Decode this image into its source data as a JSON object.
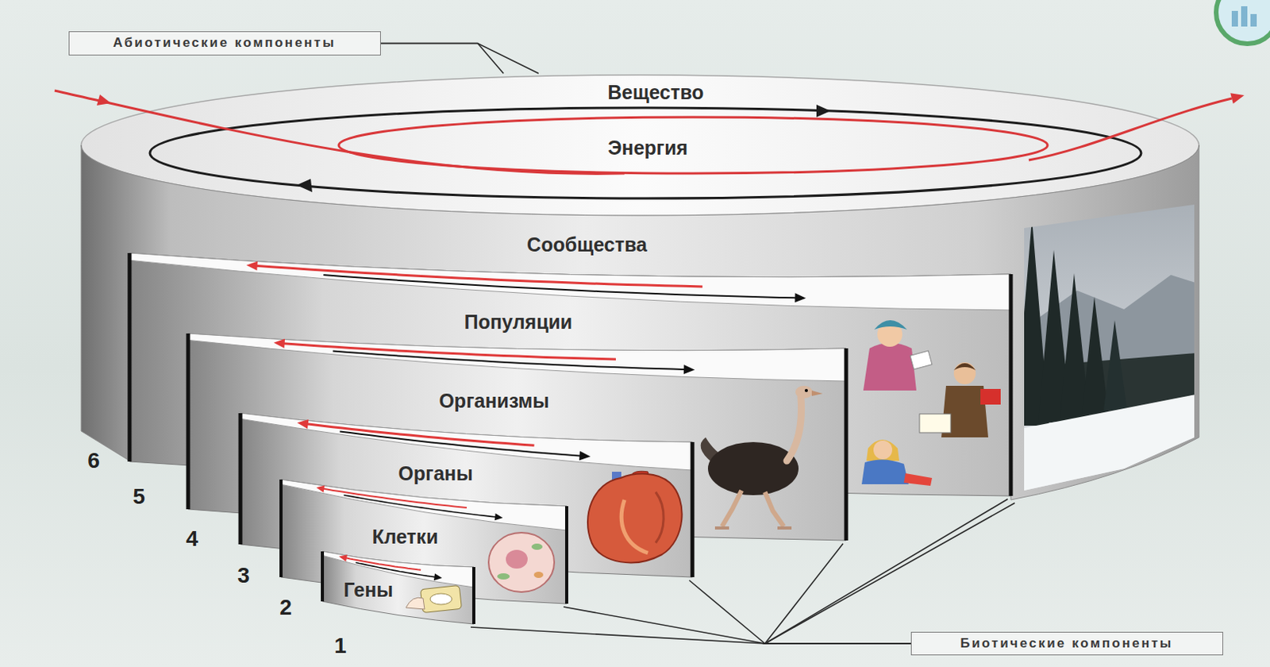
{
  "diagram": {
    "nodes": [
      {
        "text": [
          "Абиотические компоненты"
        ]
      },
      {
        "text": [
          "Вещество",
          "Энергия"
        ]
      },
      {
        "text": [
          "Сообщества"
        ]
      },
      {
        "text": [
          "Популяции"
        ]
      },
      {
        "text": [
          "Организмы"
        ]
      },
      {
        "text": [
          "Органы"
        ]
      },
      {
        "text": [
          "Клетки"
        ]
      },
      {
        "text": [
          "Гены"
        ]
      },
      {
        "text": [
          "Биотические компоненты"
        ]
      }
    ],
    "edges": [
      {
        "from": 0,
        "to": 1,
        "arrow": "none"
      },
      {
        "from": 0,
        "to": 1,
        "arrow": "none"
      },
      {
        "from": 8,
        "to": 2,
        "arrow": "none"
      },
      {
        "from": 8,
        "to": 3,
        "arrow": "none"
      },
      {
        "from": 8,
        "to": 4,
        "arrow": "none"
      },
      {
        "from": 8,
        "to": 5,
        "arrow": "none"
      },
      {
        "from": 8,
        "to": 6,
        "arrow": "none"
      },
      {
        "from": 8,
        "to": 7,
        "arrow": "none"
      }
    ],
    "labels": [
      "6",
      "5",
      "4",
      "3",
      "2",
      "1"
    ]
  }
}
